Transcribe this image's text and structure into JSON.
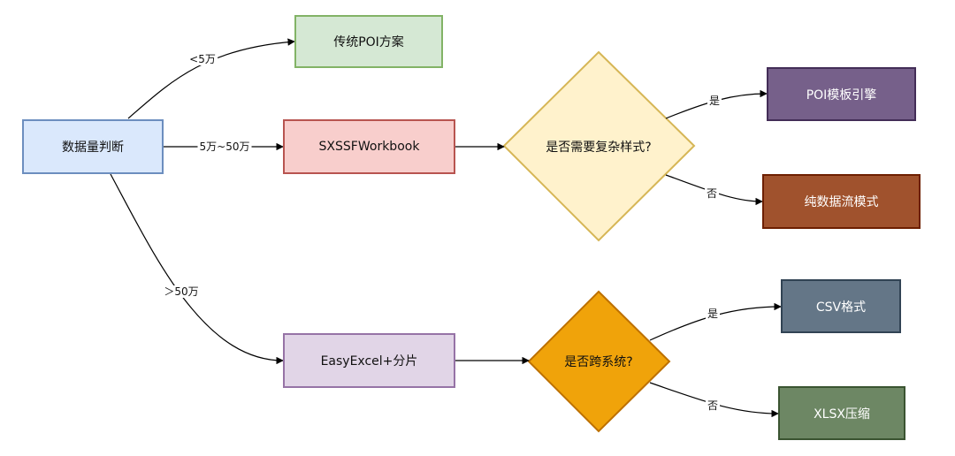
{
  "nodes": {
    "start": {
      "label": "数据量判断"
    },
    "poi_traditional": {
      "label": "传统POI方案"
    },
    "sxssf": {
      "label": "SXSSFWorkbook"
    },
    "complex_style": {
      "label": "是否需要复杂样式?"
    },
    "poi_template": {
      "label": "POI模板引擎"
    },
    "pure_stream": {
      "label": "纯数据流模式"
    },
    "easyexcel": {
      "label": "EasyExcel+分片"
    },
    "cross_system": {
      "label": "是否跨系统?"
    },
    "csv": {
      "label": "CSV格式"
    },
    "xlsx": {
      "label": "XLSX压缩"
    }
  },
  "edges": {
    "lt5w": "<5万",
    "5w_50w": "5万~50万",
    "gt50w": "＞50万",
    "style_yes": "是",
    "style_no": "否",
    "cross_yes": "是",
    "cross_no": "否"
  },
  "colors": {
    "start_fill": "#dae8fc",
    "start_stroke": "#6c8ebf",
    "green_fill": "#d5e8d4",
    "green_stroke": "#82b366",
    "red_fill": "#f8cecc",
    "red_stroke": "#b85450",
    "yellow_fill": "#fff2cc",
    "yellow_stroke": "#d6b656",
    "purple_dark_fill": "#76608a",
    "purple_dark_stroke": "#432d57",
    "brown_fill": "#a0522d",
    "brown_stroke": "#6d1f00",
    "lavender_fill": "#e1d5e7",
    "lavender_stroke": "#9673a6",
    "orange_fill": "#f0a30a",
    "orange_stroke": "#bd7000",
    "slate_fill": "#647687",
    "slate_stroke": "#314354",
    "olive_fill": "#6d8764",
    "olive_stroke": "#3a5431"
  }
}
